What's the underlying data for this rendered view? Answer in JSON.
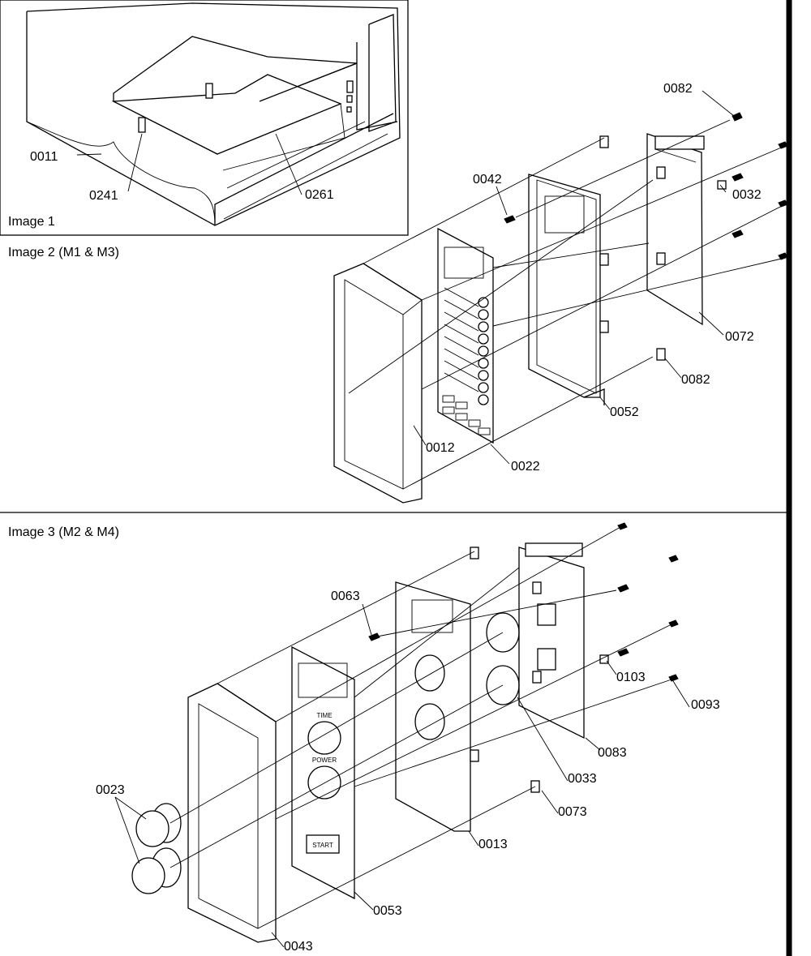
{
  "sections": [
    {
      "label": "Image 1"
    },
    {
      "label": "Image 2 (M1 & M3)"
    },
    {
      "label": "Image 3 (M2 & M4)"
    }
  ],
  "parts": {
    "p0011": "0011",
    "p0241": "0241",
    "p0261": "0261",
    "p0082a": "0082",
    "p0042": "0042",
    "p0032": "0032",
    "p0072": "0072",
    "p0082b": "0082",
    "p0052": "0052",
    "p0012": "0012",
    "p0022": "0022",
    "p0063": "0063",
    "p0103": "0103",
    "p0093": "0093",
    "p0083": "0083",
    "p0033": "0033",
    "p0073": "0073",
    "p0023": "0023",
    "p0013": "0013",
    "p0053": "0053",
    "p0043": "0043"
  },
  "panel_texts": {
    "time": "TIME",
    "power": "POWER",
    "start": "START"
  }
}
